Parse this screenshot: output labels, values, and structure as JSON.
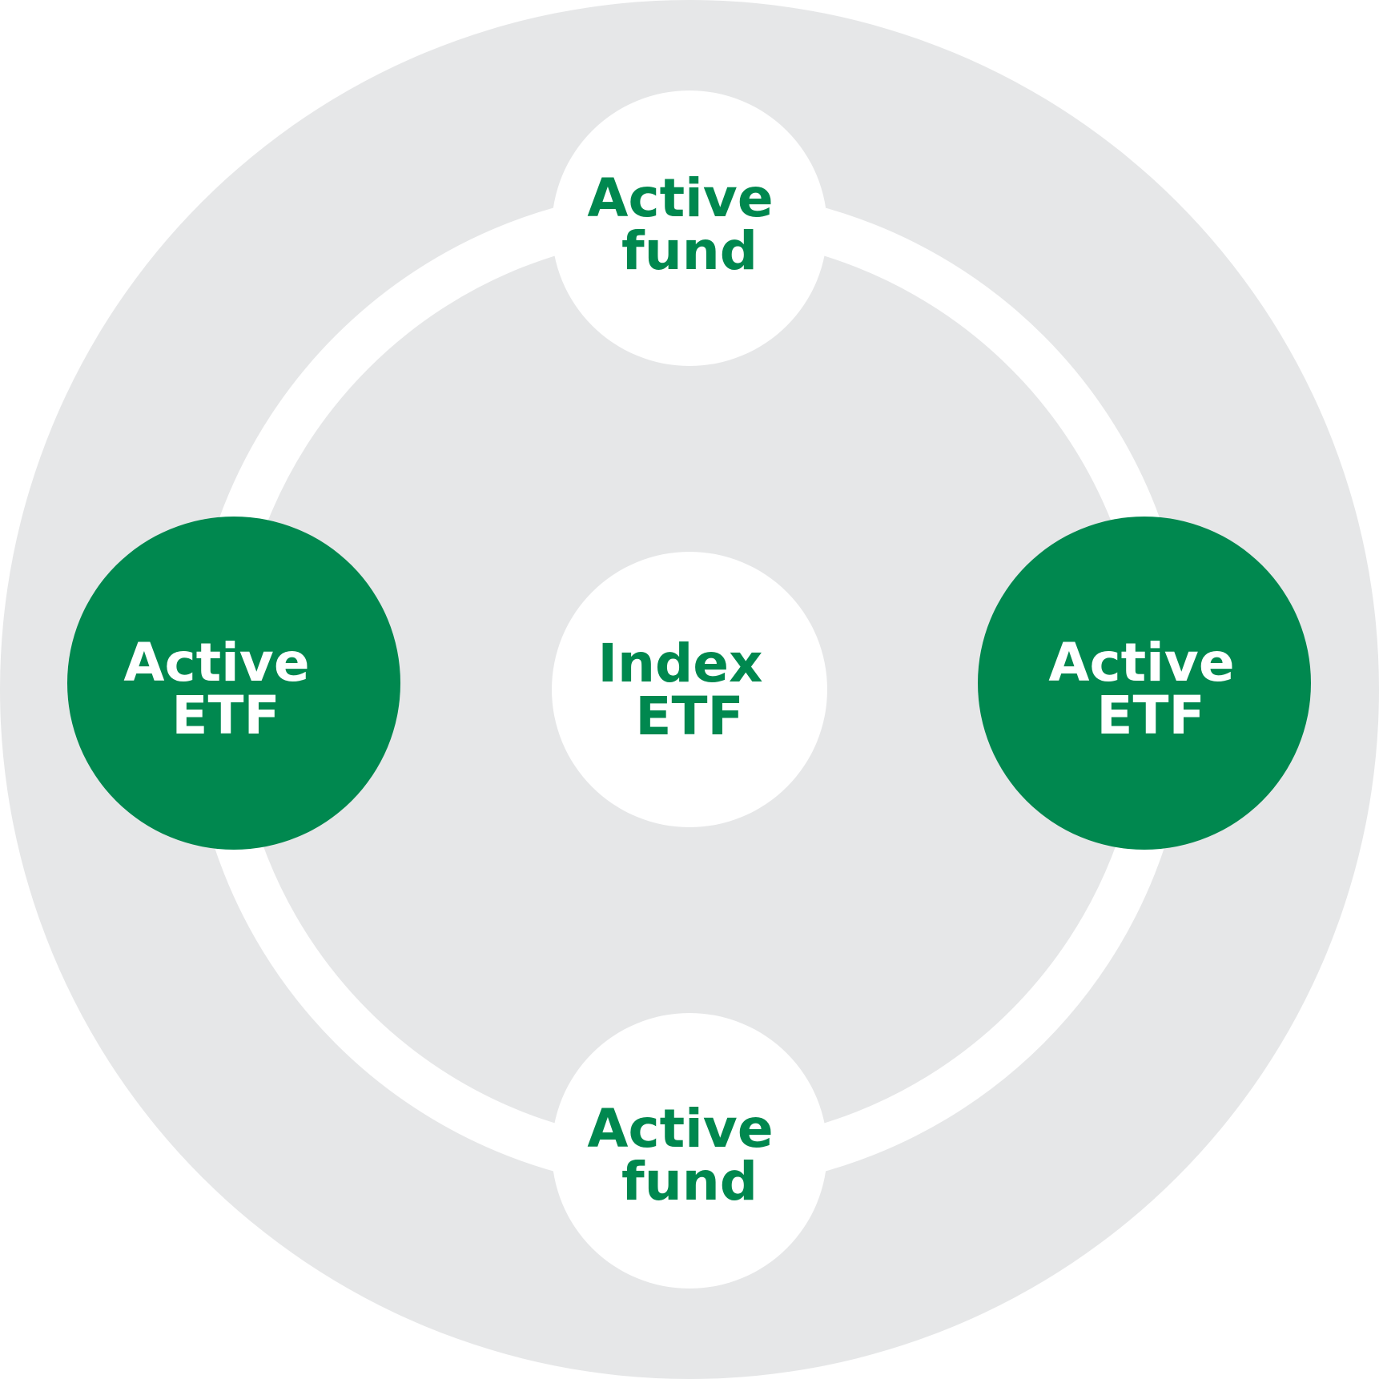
{
  "colors": {
    "background": "#ffffff",
    "outer_disc": "#e6e7e8",
    "ring": "#ffffff",
    "green": "#00884f",
    "white": "#ffffff"
  },
  "nodes": {
    "top": {
      "line1": "Active",
      "line2": "fund"
    },
    "left": {
      "line1": "Active",
      "line2": "ETF"
    },
    "center": {
      "line1": "Index",
      "line2": "ETF"
    },
    "right": {
      "line1": "Active",
      "line2": "ETF"
    },
    "bottom": {
      "line1": "Active",
      "line2": "fund"
    }
  }
}
